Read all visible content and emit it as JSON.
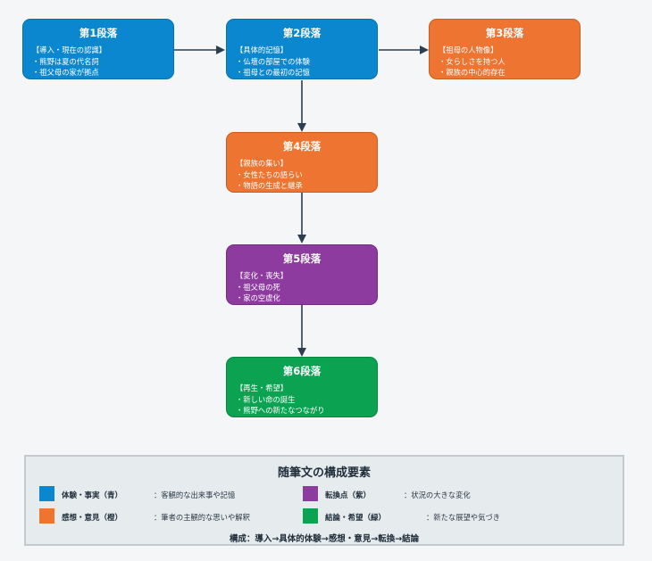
{
  "paragraphs": [
    {
      "title": "第1段落",
      "subtitle": "【導入・現在の認識】",
      "lines": [
        "・熊野は夏の代名詞",
        "・祖父母の家が拠点"
      ],
      "color": "#0b87cf"
    },
    {
      "title": "第2段落",
      "subtitle": "【具体的記憶】",
      "lines": [
        "・仏壇の部屋での体験",
        "・祖母との最初の記憶"
      ],
      "color": "#0b87cf"
    },
    {
      "title": "第3段落",
      "subtitle": "【祖母の人物像】",
      "lines": [
        "・女らしさを持つ人",
        "・親族の中心的存在"
      ],
      "color": "#ee7431"
    },
    {
      "title": "第4段落",
      "subtitle": "【親族の集い】",
      "lines": [
        "・女性たちの語らい",
        "・物語の生成と継承"
      ],
      "color": "#ee7431"
    },
    {
      "title": "第5段落",
      "subtitle": "【変化・喪失】",
      "lines": [
        "・祖父母の死",
        "・家の空虚化"
      ],
      "color": "#8e3ba0"
    },
    {
      "title": "第6段落",
      "subtitle": "【再生・希望】",
      "lines": [
        "・新しい命の誕生",
        "・熊野への新たなつながり"
      ],
      "color": "#0ba352"
    }
  ],
  "legend": {
    "title": "随筆文の構成要素",
    "items": [
      {
        "name": "体験・事実（青）",
        "desc": "：客観的な出来事や記憶",
        "color": "#0b87cf"
      },
      {
        "name": "転換点（紫）",
        "desc": "：状況の大きな変化",
        "color": "#8e3ba0"
      },
      {
        "name": "感想・意見（橙）",
        "desc": "：筆者の主観的な思いや解釈",
        "color": "#ee7431"
      },
      {
        "name": "結論・希望（緑）",
        "desc": "：新たな展望や気づき",
        "color": "#0ba352"
      }
    ],
    "flow": "構成：導入→具体的体験→感想・意見→転換→結論"
  }
}
